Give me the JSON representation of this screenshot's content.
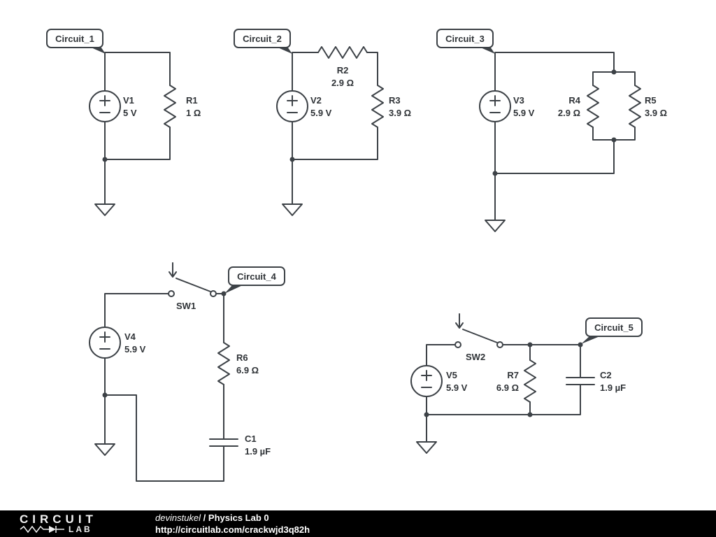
{
  "circuit_labels": {
    "c1": "Circuit_1",
    "c2": "Circuit_2",
    "c3": "Circuit_3",
    "c4": "Circuit_4",
    "c5": "Circuit_5"
  },
  "components": {
    "V1": {
      "name": "V1",
      "value": "5 V"
    },
    "R1": {
      "name": "R1",
      "value": "1 Ω"
    },
    "V2": {
      "name": "V2",
      "value": "5.9 V"
    },
    "R2": {
      "name": "R2",
      "value": "2.9 Ω"
    },
    "R3": {
      "name": "R3",
      "value": "3.9 Ω"
    },
    "V3": {
      "name": "V3",
      "value": "5.9 V"
    },
    "R4": {
      "name": "R4",
      "value": "2.9 Ω"
    },
    "R5": {
      "name": "R5",
      "value": "3.9 Ω"
    },
    "V4": {
      "name": "V4",
      "value": "5.9 V"
    },
    "SW1": {
      "name": "SW1"
    },
    "R6": {
      "name": "R6",
      "value": "6.9 Ω"
    },
    "C1": {
      "name": "C1",
      "value": "1.9 µF"
    },
    "V5": {
      "name": "V5",
      "value": "5.9 V"
    },
    "SW2": {
      "name": "SW2"
    },
    "R7": {
      "name": "R7",
      "value": "6.9 Ω"
    },
    "C2": {
      "name": "C2",
      "value": "1.9 µF"
    }
  },
  "footer": {
    "logo_line1": "CIRCUIT",
    "logo_line2": "LAB",
    "author": "devinstukel",
    "separator": "/",
    "title": "Physics Lab 0",
    "url": "http://circuitlab.com/crackwjd3q82h"
  },
  "colors": {
    "stroke": "#3d4247",
    "text": "#2f3337",
    "footer_bg": "#000000"
  }
}
